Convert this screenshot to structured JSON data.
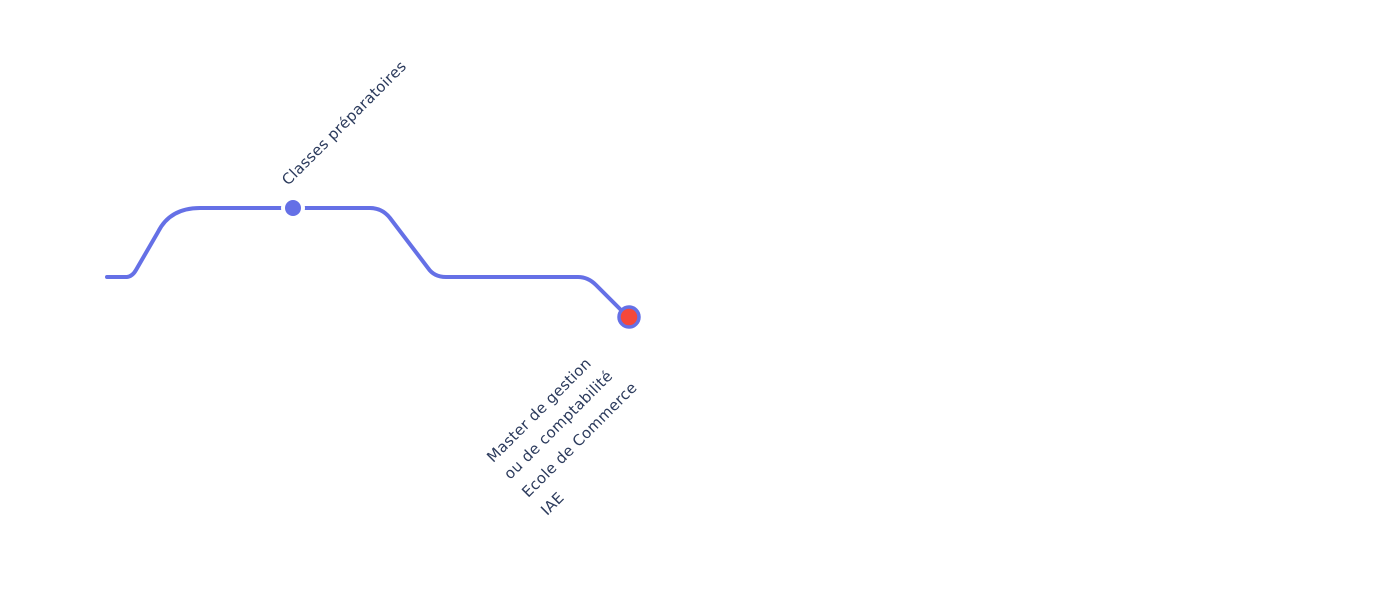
{
  "colors": {
    "line": "#6570E6",
    "current": "#F5483B",
    "text": "#2b3a5c"
  },
  "stations": [
    {
      "name": "classes-preparatoires",
      "label_lines": [
        "Classes préparatoires"
      ],
      "current": false
    },
    {
      "name": "master",
      "label_lines": [
        "Master de gestion",
        "ou de comptabilité",
        "Ecole de Commerce",
        "IAE"
      ],
      "current": true
    }
  ]
}
